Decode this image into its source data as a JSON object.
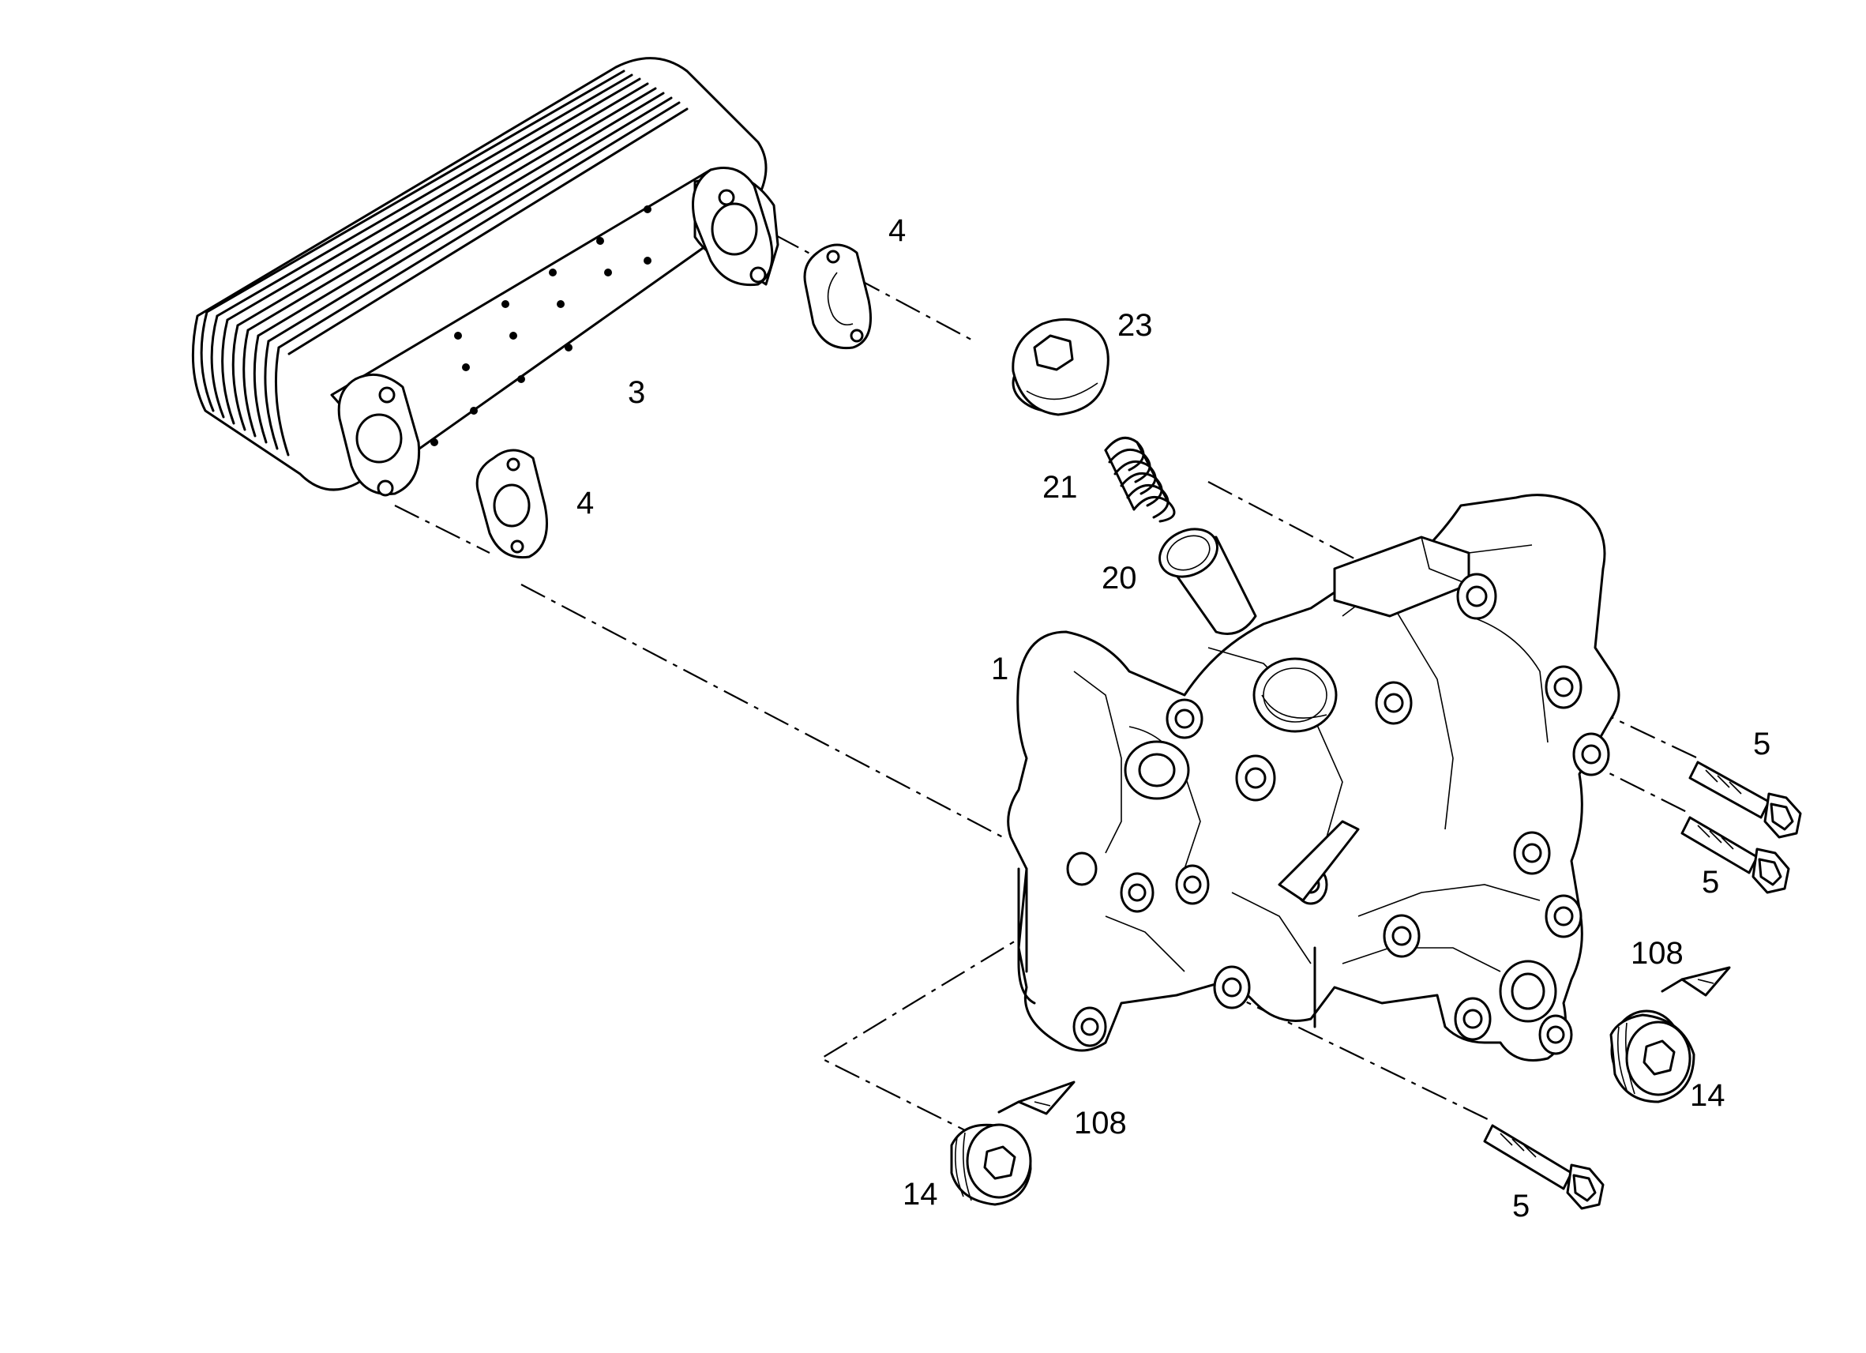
{
  "callouts": [
    {
      "id": "c1",
      "text": "1"
    },
    {
      "id": "c3",
      "text": "3"
    },
    {
      "id": "c4a",
      "text": "4"
    },
    {
      "id": "c4b",
      "text": "4"
    },
    {
      "id": "c23",
      "text": "23"
    },
    {
      "id": "c21",
      "text": "21"
    },
    {
      "id": "c20",
      "text": "20"
    },
    {
      "id": "c5a",
      "text": "5"
    },
    {
      "id": "c5b",
      "text": "5"
    },
    {
      "id": "c5c",
      "text": "5"
    },
    {
      "id": "c108a",
      "text": "108"
    },
    {
      "id": "c108b",
      "text": "108"
    },
    {
      "id": "c14a",
      "text": "14"
    },
    {
      "id": "c14b",
      "text": "14"
    }
  ]
}
